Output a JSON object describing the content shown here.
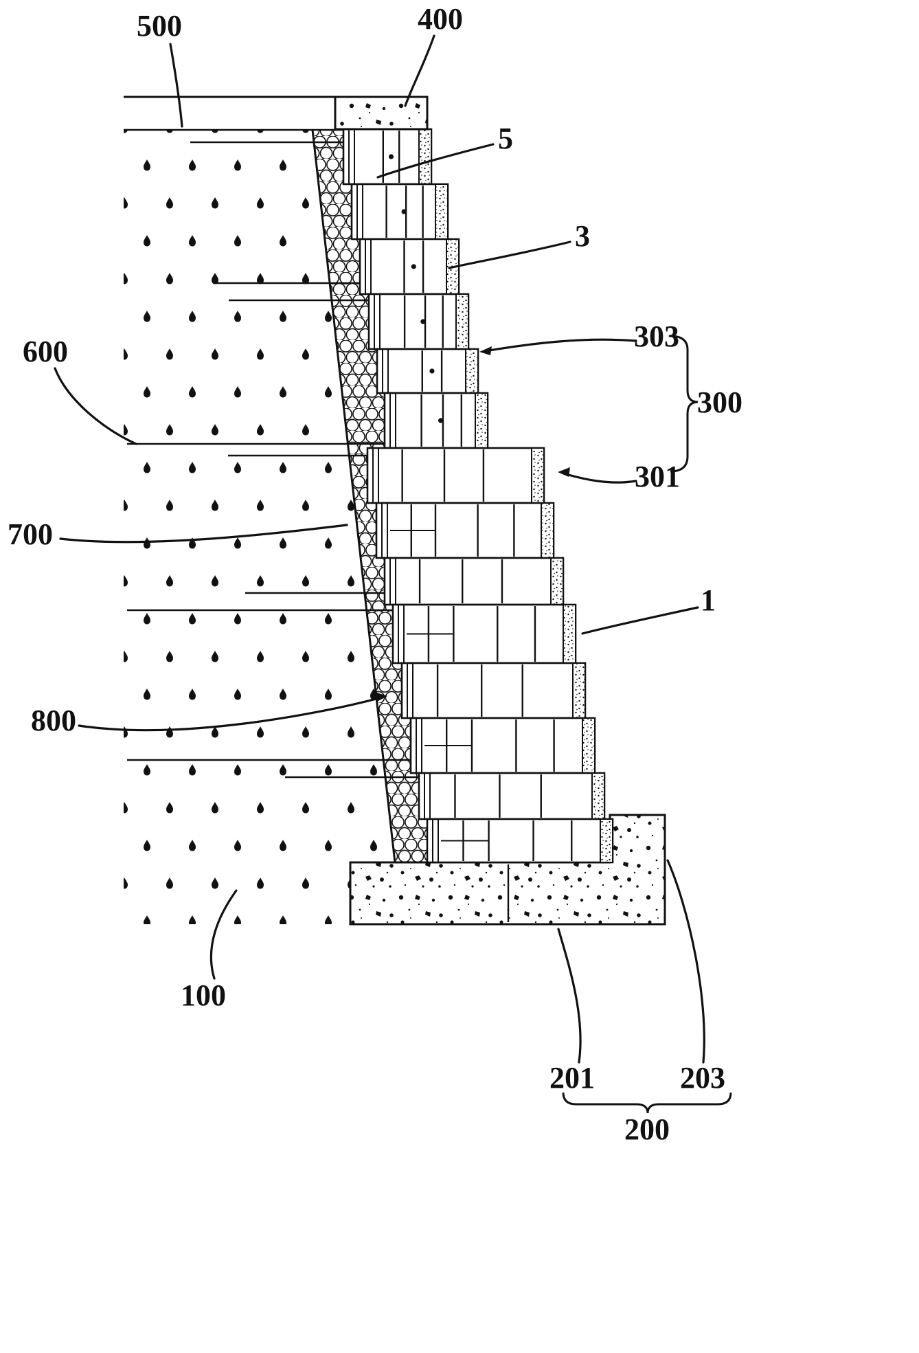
{
  "figure_labels": {
    "n500": "500",
    "n400": "400",
    "n5": "5",
    "n3": "3",
    "n303": "303",
    "n300": "300",
    "n301": "301",
    "n600": "600",
    "n700": "700",
    "n1": "1",
    "n800": "800",
    "n100": "100",
    "n201": "201",
    "n203": "203",
    "n200": "200"
  },
  "colors": {
    "ink": "#111111",
    "paper": "#ffffff"
  }
}
